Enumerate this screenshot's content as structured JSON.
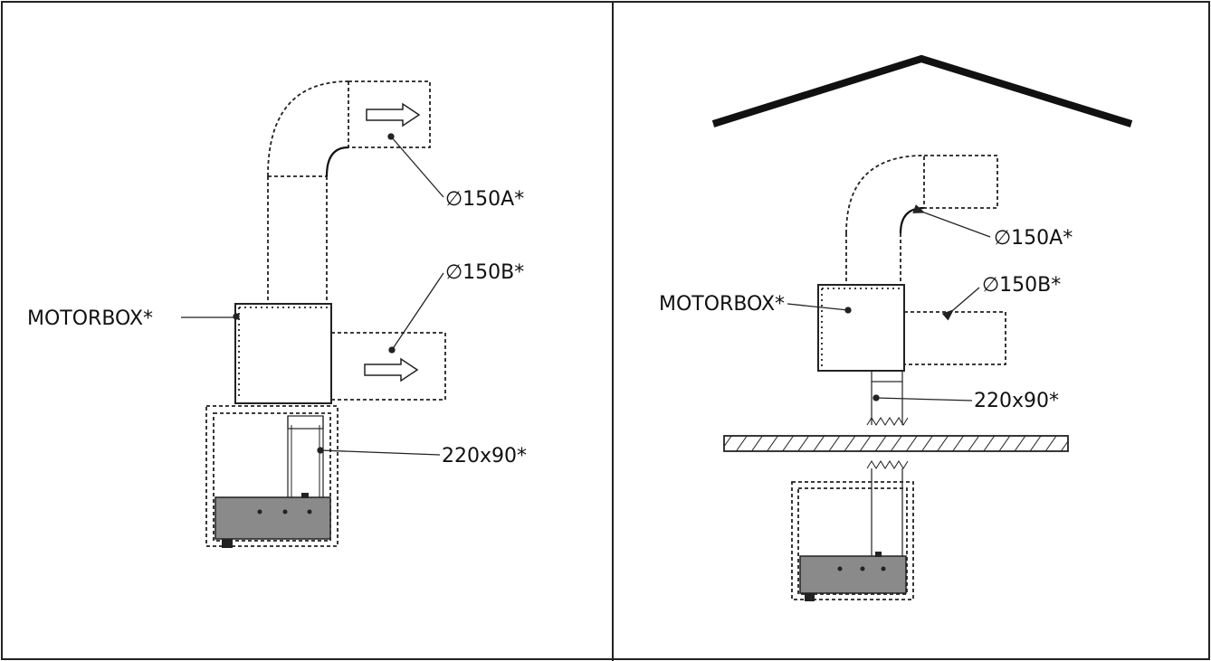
{
  "left_panel": {
    "labels": {
      "pipe_a": "∅150A*",
      "pipe_b": "∅150B*",
      "motorbox": "MOTORBOX*",
      "duct": "220x90*"
    }
  },
  "right_panel": {
    "labels": {
      "pipe_a": "∅150A*",
      "pipe_b": "∅150B*",
      "motorbox": "MOTORBOX*",
      "duct": "220x90*"
    }
  }
}
